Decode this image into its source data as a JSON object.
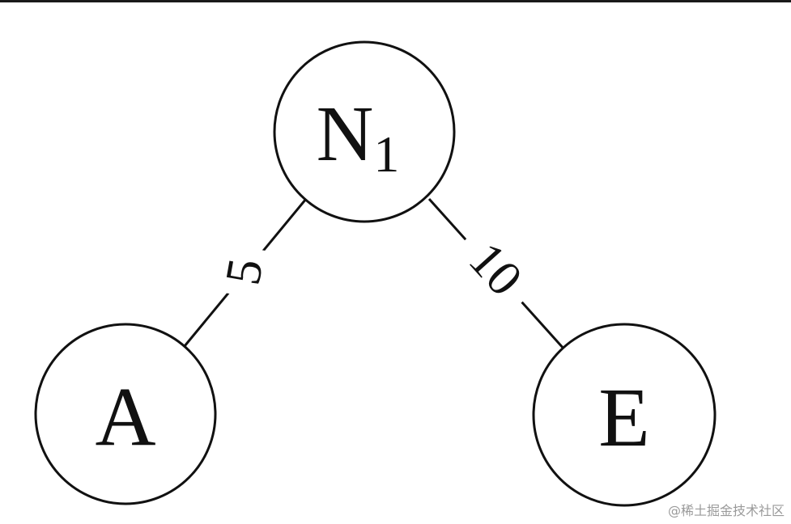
{
  "nodes": {
    "root": {
      "label": "N",
      "subscript": "1"
    },
    "left": {
      "label": "A"
    },
    "right": {
      "label": "E"
    }
  },
  "edges": {
    "left": {
      "weight": "5"
    },
    "right": {
      "weight": "10"
    }
  },
  "watermark": "@稀土掘金技术社区",
  "colors": {
    "stroke": "#111111",
    "background": "#ffffff",
    "watermark": "#9a9a9a"
  }
}
